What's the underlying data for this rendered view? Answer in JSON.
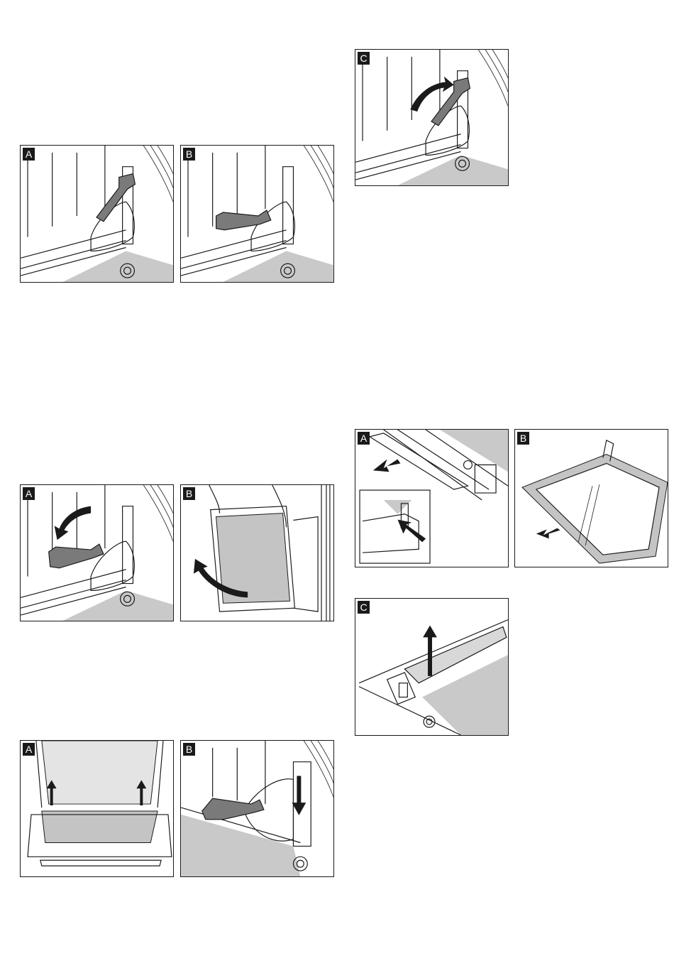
{
  "figures": [
    {
      "id": "fig1",
      "panels": [
        {
          "label": "A",
          "icon": "hinge-lever-up-icon"
        },
        {
          "label": "B",
          "icon": "hinge-lever-open-icon"
        }
      ]
    },
    {
      "id": "fig2",
      "panels": [
        {
          "label": "C",
          "icon": "hinge-lever-rotate-icon"
        }
      ]
    },
    {
      "id": "fig3",
      "panels": [
        {
          "label": "A",
          "icon": "hinge-lever-fold-down-icon"
        },
        {
          "label": "B",
          "icon": "door-lift-out-icon"
        }
      ]
    },
    {
      "id": "fig4",
      "panels": [
        {
          "label": "A",
          "icon": "door-cover-press-icon"
        },
        {
          "label": "B",
          "icon": "glass-pane-remove-icon"
        }
      ]
    },
    {
      "id": "fig5",
      "panels": [
        {
          "label": "C",
          "icon": "hinge-bracket-lift-icon"
        }
      ]
    },
    {
      "id": "fig6",
      "panels": [
        {
          "label": "A",
          "icon": "glass-pane-insert-icon"
        },
        {
          "label": "B",
          "icon": "hinge-lever-close-icon"
        }
      ]
    }
  ]
}
